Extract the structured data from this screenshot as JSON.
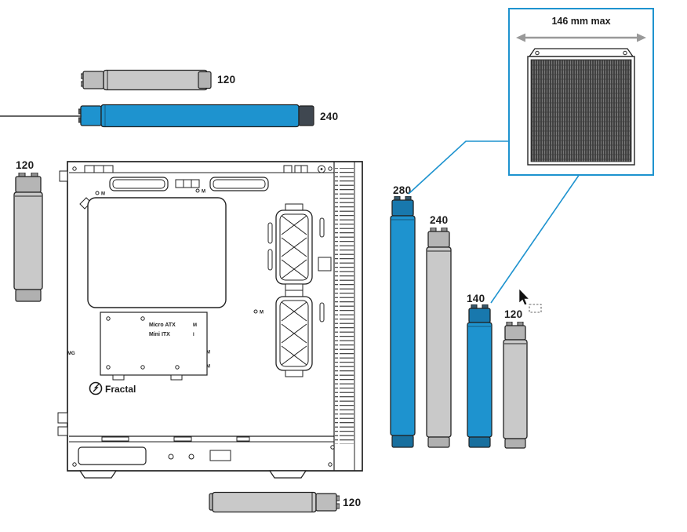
{
  "page": {
    "type": "radiator-compatibility-illustration",
    "background": "#ffffff"
  },
  "colors": {
    "accent_blue": "#1e93cf",
    "radiator_gray": "#c9c9c9",
    "outline": "#222222"
  },
  "callout": {
    "label": "146 mm max"
  },
  "radiator_labels": {
    "top_120": "120",
    "top_240": "240",
    "left_120": "120",
    "right_280": "280",
    "right_240": "240",
    "right_140": "140",
    "right_120": "120",
    "bottom_120": "120"
  },
  "case_drawing": {
    "brand": "Fractal",
    "mobo_label_line1": "Micro ATX",
    "mobo_label_line2": "Mini ITX",
    "marker_m": "M",
    "marker_i": "I",
    "marker_mg": "MG"
  }
}
